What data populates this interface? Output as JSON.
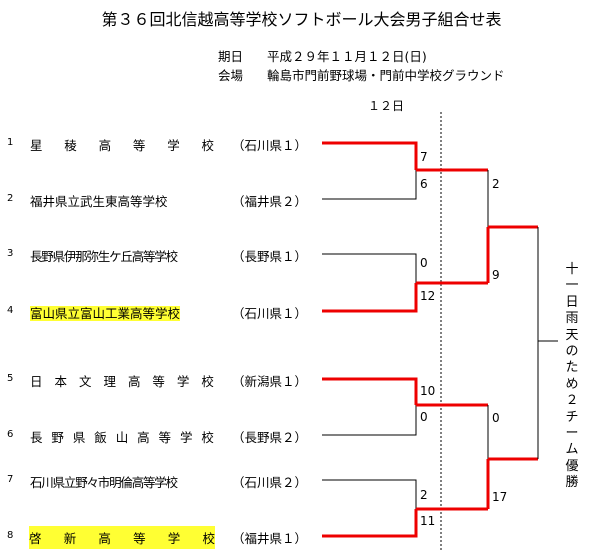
{
  "title": "第３６回北信越高等学校ソフトボール大会男子組合せ表",
  "info": {
    "date_label": "期日",
    "date_value": "平成２９年１１月１２日(日)",
    "venue_label": "会場",
    "venue_value": "輪島市門前野球場・門前中学校グラウンド"
  },
  "round_label": "１２日",
  "teams": [
    {
      "num": "1",
      "name": "星　稜　高　等　学　校",
      "pref": "（石川県１）",
      "highlight": false,
      "spread": true
    },
    {
      "num": "2",
      "name": "福井県立武生東高等学校",
      "pref": "（福井県２）",
      "highlight": false,
      "spread": false
    },
    {
      "num": "3",
      "name": "長野県伊那弥生ケ丘高等学校",
      "pref": "（長野県１）",
      "highlight": false,
      "spread": false
    },
    {
      "num": "4",
      "name": "富山県立富山工業高等学校",
      "pref": "（石川県１）",
      "highlight": true,
      "spread": false
    },
    {
      "num": "5",
      "name": "日　本　文　理　高　等　学　校",
      "pref": "（新潟県１）",
      "highlight": false,
      "spread": true
    },
    {
      "num": "6",
      "name": "長　野　県　飯　山　高　等　学　校",
      "pref": "（長野県２）",
      "highlight": false,
      "spread": true
    },
    {
      "num": "7",
      "name": "石川県立野々市明倫高等学校",
      "pref": "（石川県２）",
      "highlight": false,
      "spread": false
    },
    {
      "num": "8",
      "name": "啓　新　高　等　学　校",
      "pref": "（福井県１）",
      "highlight": true,
      "spread": true
    }
  ],
  "scores": {
    "m1_top": "7",
    "m1_bottom": "6",
    "m2_top": "0",
    "m2_bottom": "12",
    "m3_top": "10",
    "m3_bottom": "0",
    "m4_top": "2",
    "m4_bottom": "11",
    "sf1_top": "2",
    "sf1_bottom": "9",
    "sf2_top": "0",
    "sf2_bottom": "17"
  },
  "final_note": "十一日雨天のため２チーム優勝",
  "colors": {
    "win_line": "#ee0000",
    "lose_line": "#000000",
    "highlight": "#ffff33"
  }
}
